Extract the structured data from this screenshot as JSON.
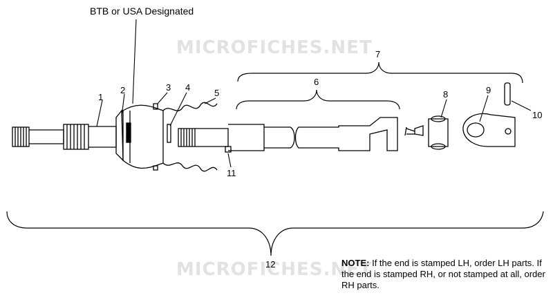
{
  "heading": "BTB or USA Designated",
  "watermark": "MICROFICHES.NET",
  "callouts": [
    "1",
    "2",
    "3",
    "4",
    "5",
    "6",
    "7",
    "8",
    "9",
    "10",
    "11",
    "12"
  ],
  "note": {
    "label": "NOTE:",
    "text": "If the end is stamped LH, order LH parts.  If the end is stamped RH, or not stamped at all, order RH parts."
  }
}
